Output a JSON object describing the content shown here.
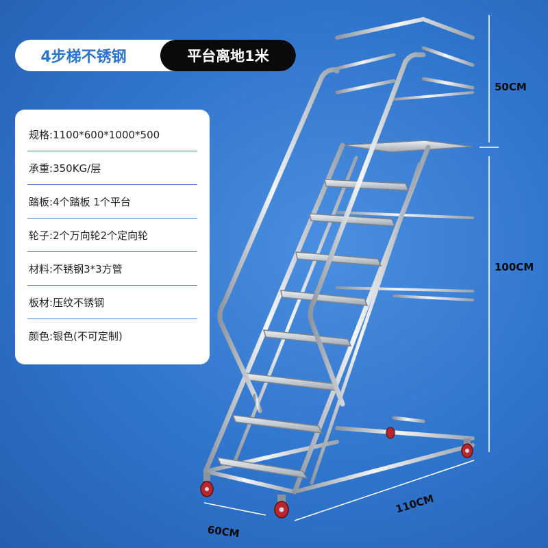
{
  "header": {
    "product_title": "4步梯不锈钢",
    "platform_badge": "平台离地1米"
  },
  "specs": [
    {
      "label": "规格:",
      "value": "1100*600*1000*500"
    },
    {
      "label": "承重:",
      "value": "350KG/层"
    },
    {
      "label": "踏板:",
      "value": "4个踏板 1个平台"
    },
    {
      "label": "轮子:",
      "value": "2个万向轮2个定向轮"
    },
    {
      "label": "材料:",
      "value": "不锈钢3*3方管"
    },
    {
      "label": "板材:",
      "value": "压纹不锈钢"
    },
    {
      "label": "颜色:",
      "value": "银色(不可定制)"
    }
  ],
  "dimensions": {
    "guardrail_height": "50CM",
    "platform_height": "100CM",
    "length": "110CM",
    "width": "60CM"
  },
  "colors": {
    "background": "#2f74cc",
    "accent": "#2f74cc",
    "badge": "#0a0a0a",
    "steel": "#d9dde2",
    "wheel": "#b8262e"
  },
  "image": {
    "subject": "stainless-steel-platform-ladder"
  }
}
